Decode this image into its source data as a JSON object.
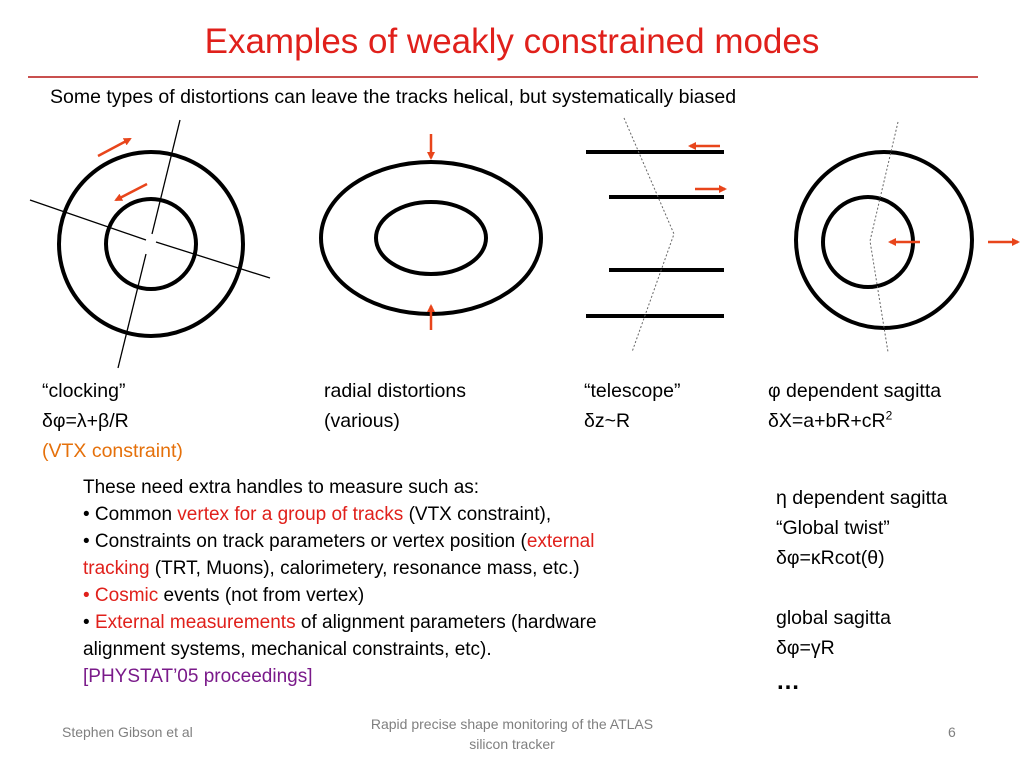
{
  "slide": {
    "title": "Examples of weakly constrained modes",
    "subtitle": "Some types of distortions can leave the tracks helical, but systematically biased"
  },
  "captions": {
    "clocking": {
      "name": "“clocking”",
      "formula": "δφ=λ+β/R",
      "note": "(VTX constraint)"
    },
    "radial": {
      "name": "radial  distortions",
      "detail": "(various)"
    },
    "telescope": {
      "name": "“telescope”",
      "formula": "δz~R"
    },
    "phi_sagitta": {
      "name": "φ dependent sagitta",
      "formula_main": "δX=a+bR+cR",
      "formula_sup": "2"
    }
  },
  "notes": {
    "intro": "These need extra handles to measure such as:",
    "b1_pre": "• Common ",
    "b1_red": "vertex for a group of tracks",
    "b1_post": " (VTX constraint),",
    "b2_pre": "• Constraints on track parameters or vertex position (",
    "b2_red1": "external",
    "b2_red2": "tracking",
    "b2_post": " (TRT, Muons), calorimetery, resonance mass, etc.)",
    "b3_red": "• Cosmic",
    "b3_post": " events (not from vertex)",
    "b4_pre": "• ",
    "b4_red": "External measurements",
    "b4_post": " of alignment parameters (hardware",
    "b4_line2": "alignment systems, mechanical constraints, etc).",
    "reference": "[PHYSTAT’05 proceedings]"
  },
  "right_column": {
    "eta_title": "η dependent sagitta",
    "eta_name": "“Global twist”",
    "eta_formula": "δφ=κRcot(θ)",
    "global_title": "global sagitta",
    "global_formula": "δφ=γR",
    "ellipsis": "…"
  },
  "footer": {
    "author": "Stephen Gibson et al",
    "center": "Rapid precise shape monitoring of the ATLAS silicon tracker",
    "page": "6"
  },
  "colors": {
    "title": "#e0201b",
    "arrow": "#e8451b",
    "note_orange": "#e5700a",
    "reference": "#7a1a8a"
  }
}
